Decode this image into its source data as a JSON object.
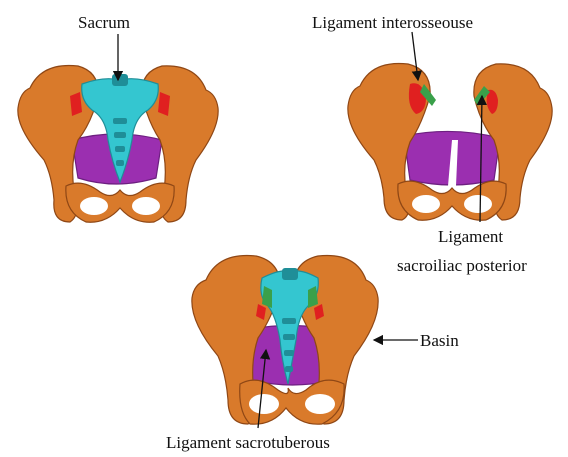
{
  "figure": {
    "labels": {
      "sacrum": "Sacrum",
      "ligament_interosseous": "Ligament interosseouse",
      "ligament_sacroiliac_posterior_line1": "Ligament",
      "ligament_sacroiliac_posterior_line2": "sacroiliac posterior",
      "basin": "Basin",
      "ligament_sacrotuberous": "Ligament sacrotuberous"
    },
    "colors": {
      "bone": "#d97a2b",
      "bone_shadow": "#8f4715",
      "sacrum": "#34c6d0",
      "sacrum_shadow": "#1f8e98",
      "sacrotuberous_ligament": "#9b2fb0",
      "interosseous_ligament": "#e02020",
      "posterior_ligament": "#3aa04a"
    }
  }
}
